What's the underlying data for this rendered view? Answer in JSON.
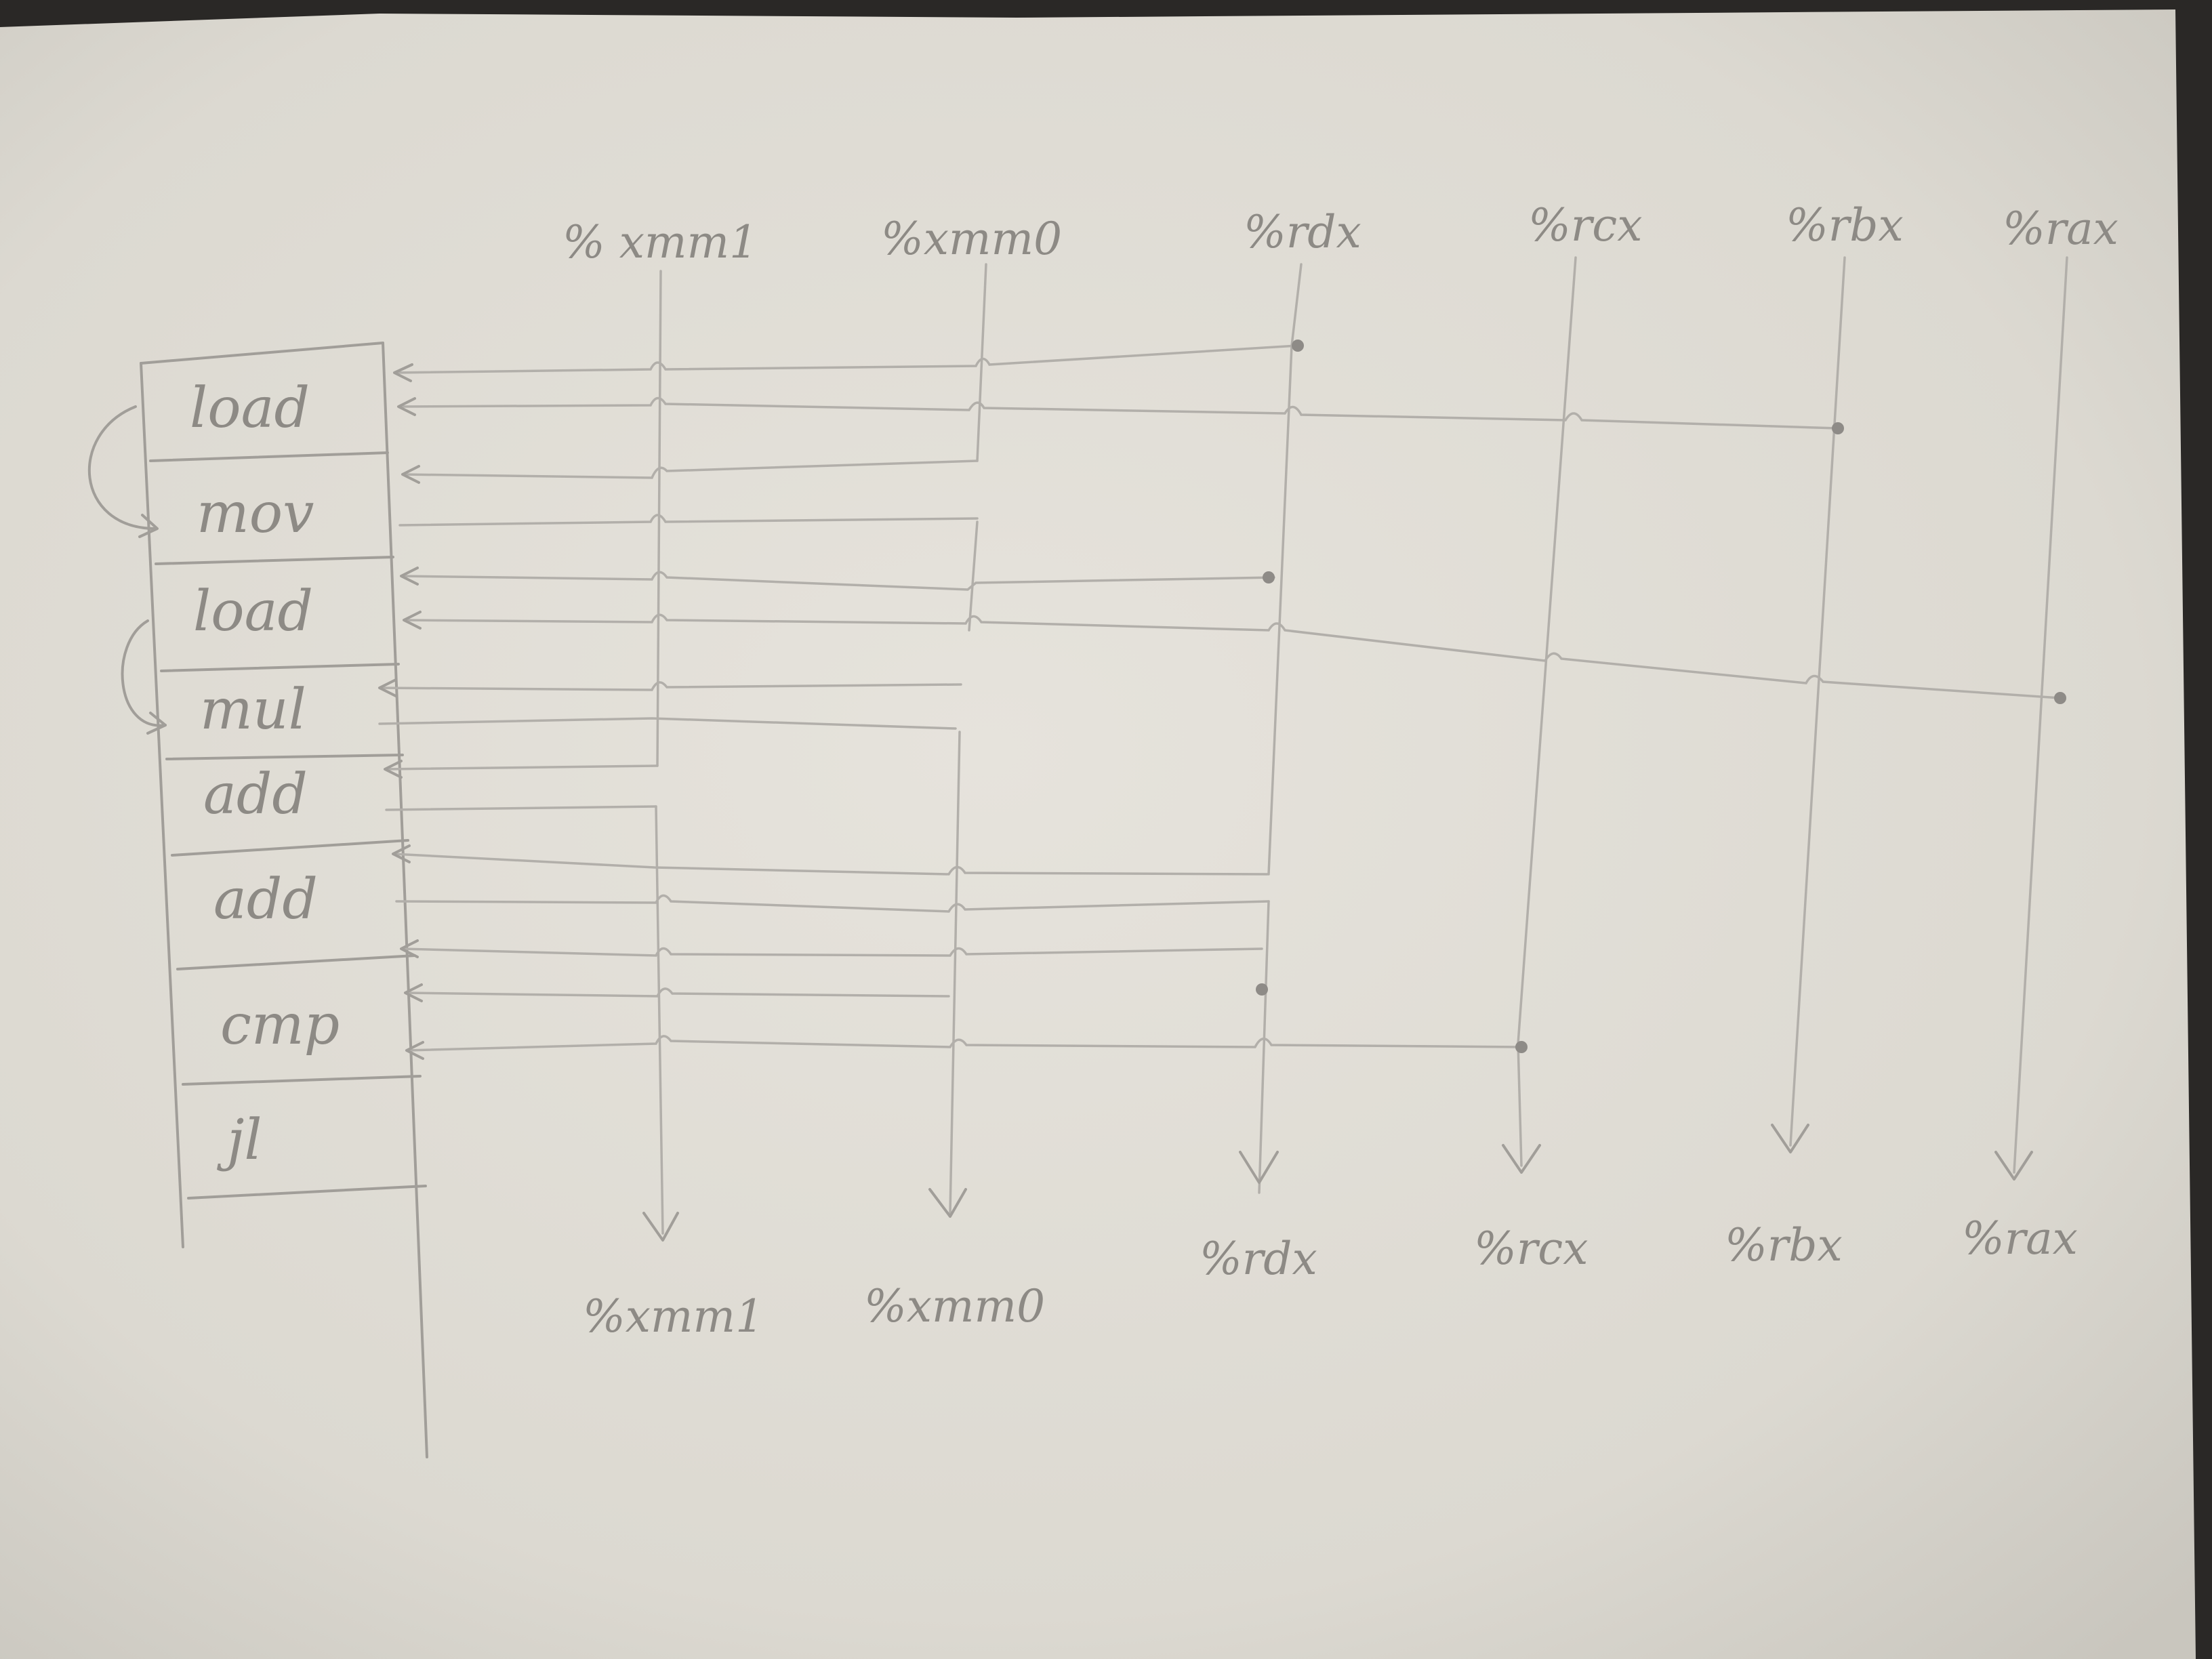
{
  "diagram": {
    "instructions": [
      "load",
      "mov",
      "load",
      "mul",
      "add",
      "add",
      "cmp",
      "jl"
    ],
    "registers_top": [
      "% xmm1",
      "%xmm0",
      "%rdx",
      "%rcx",
      "%rbx",
      "%rax"
    ],
    "registers_bottom": [
      "%xmm1",
      "%xmm0",
      "%rdx",
      "%rcx",
      "%rbx",
      "%rax"
    ]
  },
  "colors": {
    "paper": "#e3e0d9",
    "pencil": "#a19e99"
  }
}
